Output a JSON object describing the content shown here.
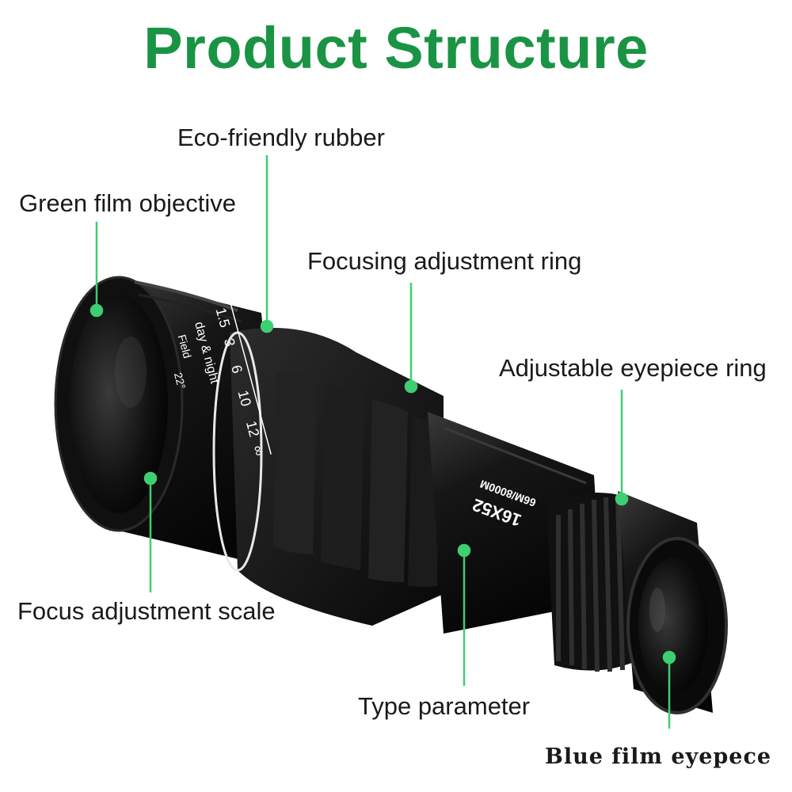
{
  "title": "Product Structure",
  "labels": {
    "eco_rubber": "Eco-friendly rubber",
    "green_film": "Green film objective",
    "focus_ring": "Focusing adjustment ring",
    "eyepiece_ring": "Adjustable eyepiece ring",
    "focus_scale": "Focus adjustment scale",
    "type_param": "Type parameter",
    "blue_film": "Blue film eyepece"
  },
  "scale_marks": {
    "m1": "1.5",
    "m2": "3",
    "m3": "6",
    "m4": "10",
    "m5": "12",
    "m6": "∞",
    "mode": "day & night",
    "field": "Field",
    "angle": "22°"
  },
  "body_text": {
    "model": "16X52",
    "spec": "66M/8000M"
  },
  "colors": {
    "title": "#1a9444",
    "line": "#3ecf72",
    "dot": "#3ecf72"
  }
}
